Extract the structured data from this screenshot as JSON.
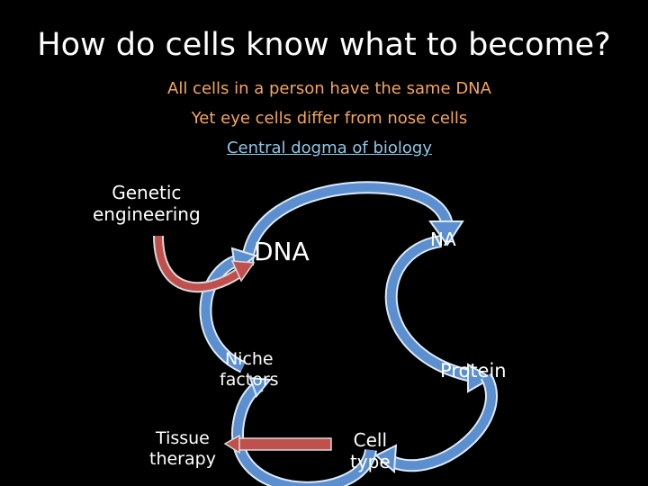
{
  "title": "How do cells know what to become?",
  "subtitle_lines": [
    "All cells in a person have the same DNA",
    "Yet eye cells differ from nose cells"
  ],
  "link_text": "Central dogma of biology",
  "labels": {
    "genetic_engineering": [
      "Genetic",
      "engineering"
    ],
    "dna": "DNA",
    "rna": "NA",
    "niche_factors": [
      "Niche",
      "factors"
    ],
    "protein": "Protein",
    "tissue_therapy": [
      "Tissue",
      "therapy"
    ],
    "cell_type": [
      "Cell",
      "type"
    ]
  },
  "colors": {
    "background": "#000000",
    "subtitle": "#f5a65b",
    "link": "#8fc7e8",
    "cycle_arrow": "#5b8fcf",
    "red_arrow": "#c0504d"
  }
}
